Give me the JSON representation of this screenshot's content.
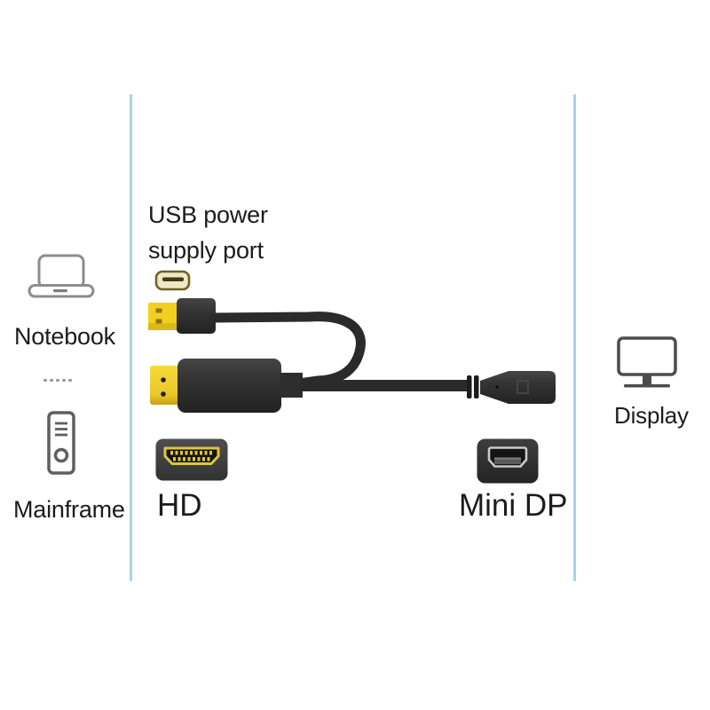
{
  "scene": "HDMI to Mini DisplayPort adapter cable product diagram",
  "labels": {
    "usb_line1": "USB power",
    "usb_line2": "supply port",
    "notebook": "Notebook",
    "mainframe": "Mainframe",
    "display": "Display",
    "hd": "HD",
    "mini_dp": "Mini DP"
  },
  "colors": {
    "divider_blue": "#a8d3ea",
    "connector_yellow": "#f2d01e",
    "hdmi_gold": "#e9c72a",
    "cable_black": "#2b2b2b",
    "text": "#1c1c1c",
    "icon_gray": "#8d8d8d",
    "port_icon_gold": "#dfc63f"
  },
  "icons": [
    "notebook-icon",
    "mainframe-icon",
    "display-icon",
    "usb-port-icon",
    "usb-plug",
    "hdmi-plug",
    "mini-dp-female-connector",
    "hdmi-socket-icon",
    "mini-dp-socket-icon"
  ]
}
